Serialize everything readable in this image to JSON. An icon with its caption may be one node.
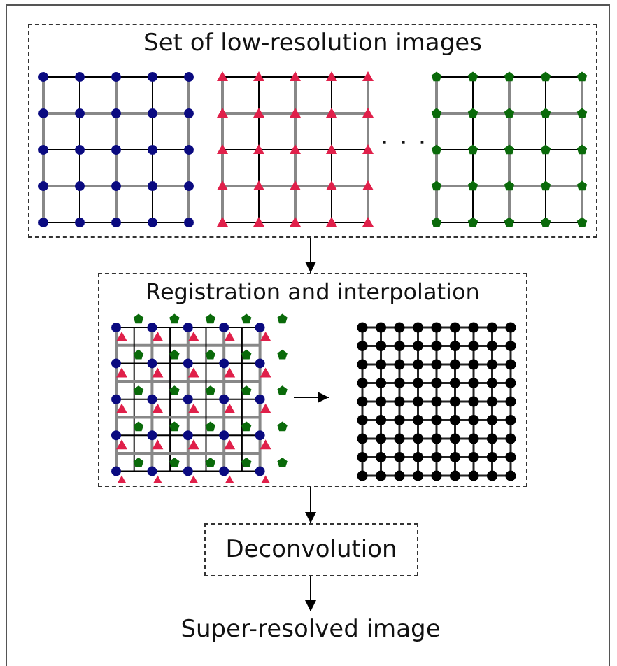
{
  "diagram": {
    "nodes": [
      {
        "text": [
          "Set of low-resolution images"
        ]
      },
      {
        "text": [],
        "shape": "picture",
        "in": 0
      },
      {
        "text": [],
        "shape": "picture",
        "in": 0
      },
      {
        "text": [],
        "shape": "picture",
        "in": 0
      },
      {
        "text": [
          "Registration and interpolation"
        ]
      },
      {
        "text": [],
        "shape": "picture",
        "in": 4
      },
      {
        "text": [],
        "shape": "picture",
        "in": 4
      },
      {
        "text": [
          "Deconvolution"
        ]
      },
      {
        "text": [
          "Super-resolved image"
        ]
      }
    ],
    "edges": [
      {
        "from": 0,
        "to": 4,
        "arrow": "to"
      },
      {
        "from": 5,
        "to": 6,
        "arrow": "to"
      },
      {
        "from": 4,
        "to": 7,
        "arrow": "to"
      },
      {
        "from": 7,
        "to": 8,
        "arrow": "to"
      }
    ],
    "labels": [
      "· · ·"
    ]
  }
}
